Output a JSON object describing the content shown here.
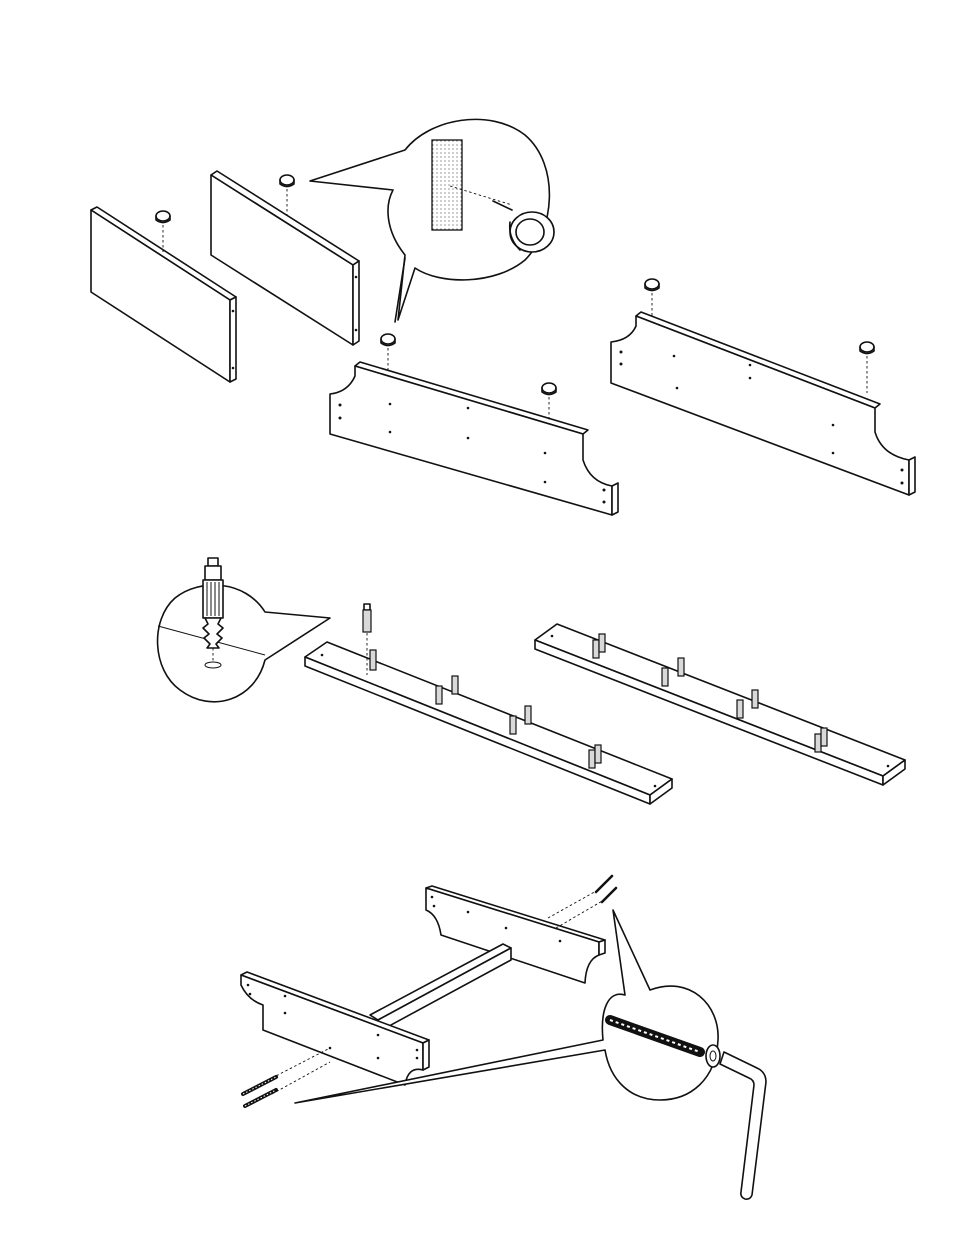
{
  "figure": {
    "kind": "assembly-instructions",
    "steps": [
      {
        "id": "step-1",
        "parts": [
          "panel",
          "panel",
          "rail-with-notches",
          "rail-with-notches"
        ],
        "fastener": "plastic-glide"
      },
      {
        "id": "step-2",
        "parts": [
          "slat",
          "slat"
        ],
        "fastener": "cam-bolt"
      },
      {
        "id": "step-3",
        "parts": [
          "rail",
          "rail",
          "crossbar"
        ],
        "fastener": "long-screw",
        "tool": "allen-key"
      }
    ]
  },
  "colors": {
    "line": "#111111",
    "background": "#ffffff",
    "shade": "#d9d9d9"
  }
}
